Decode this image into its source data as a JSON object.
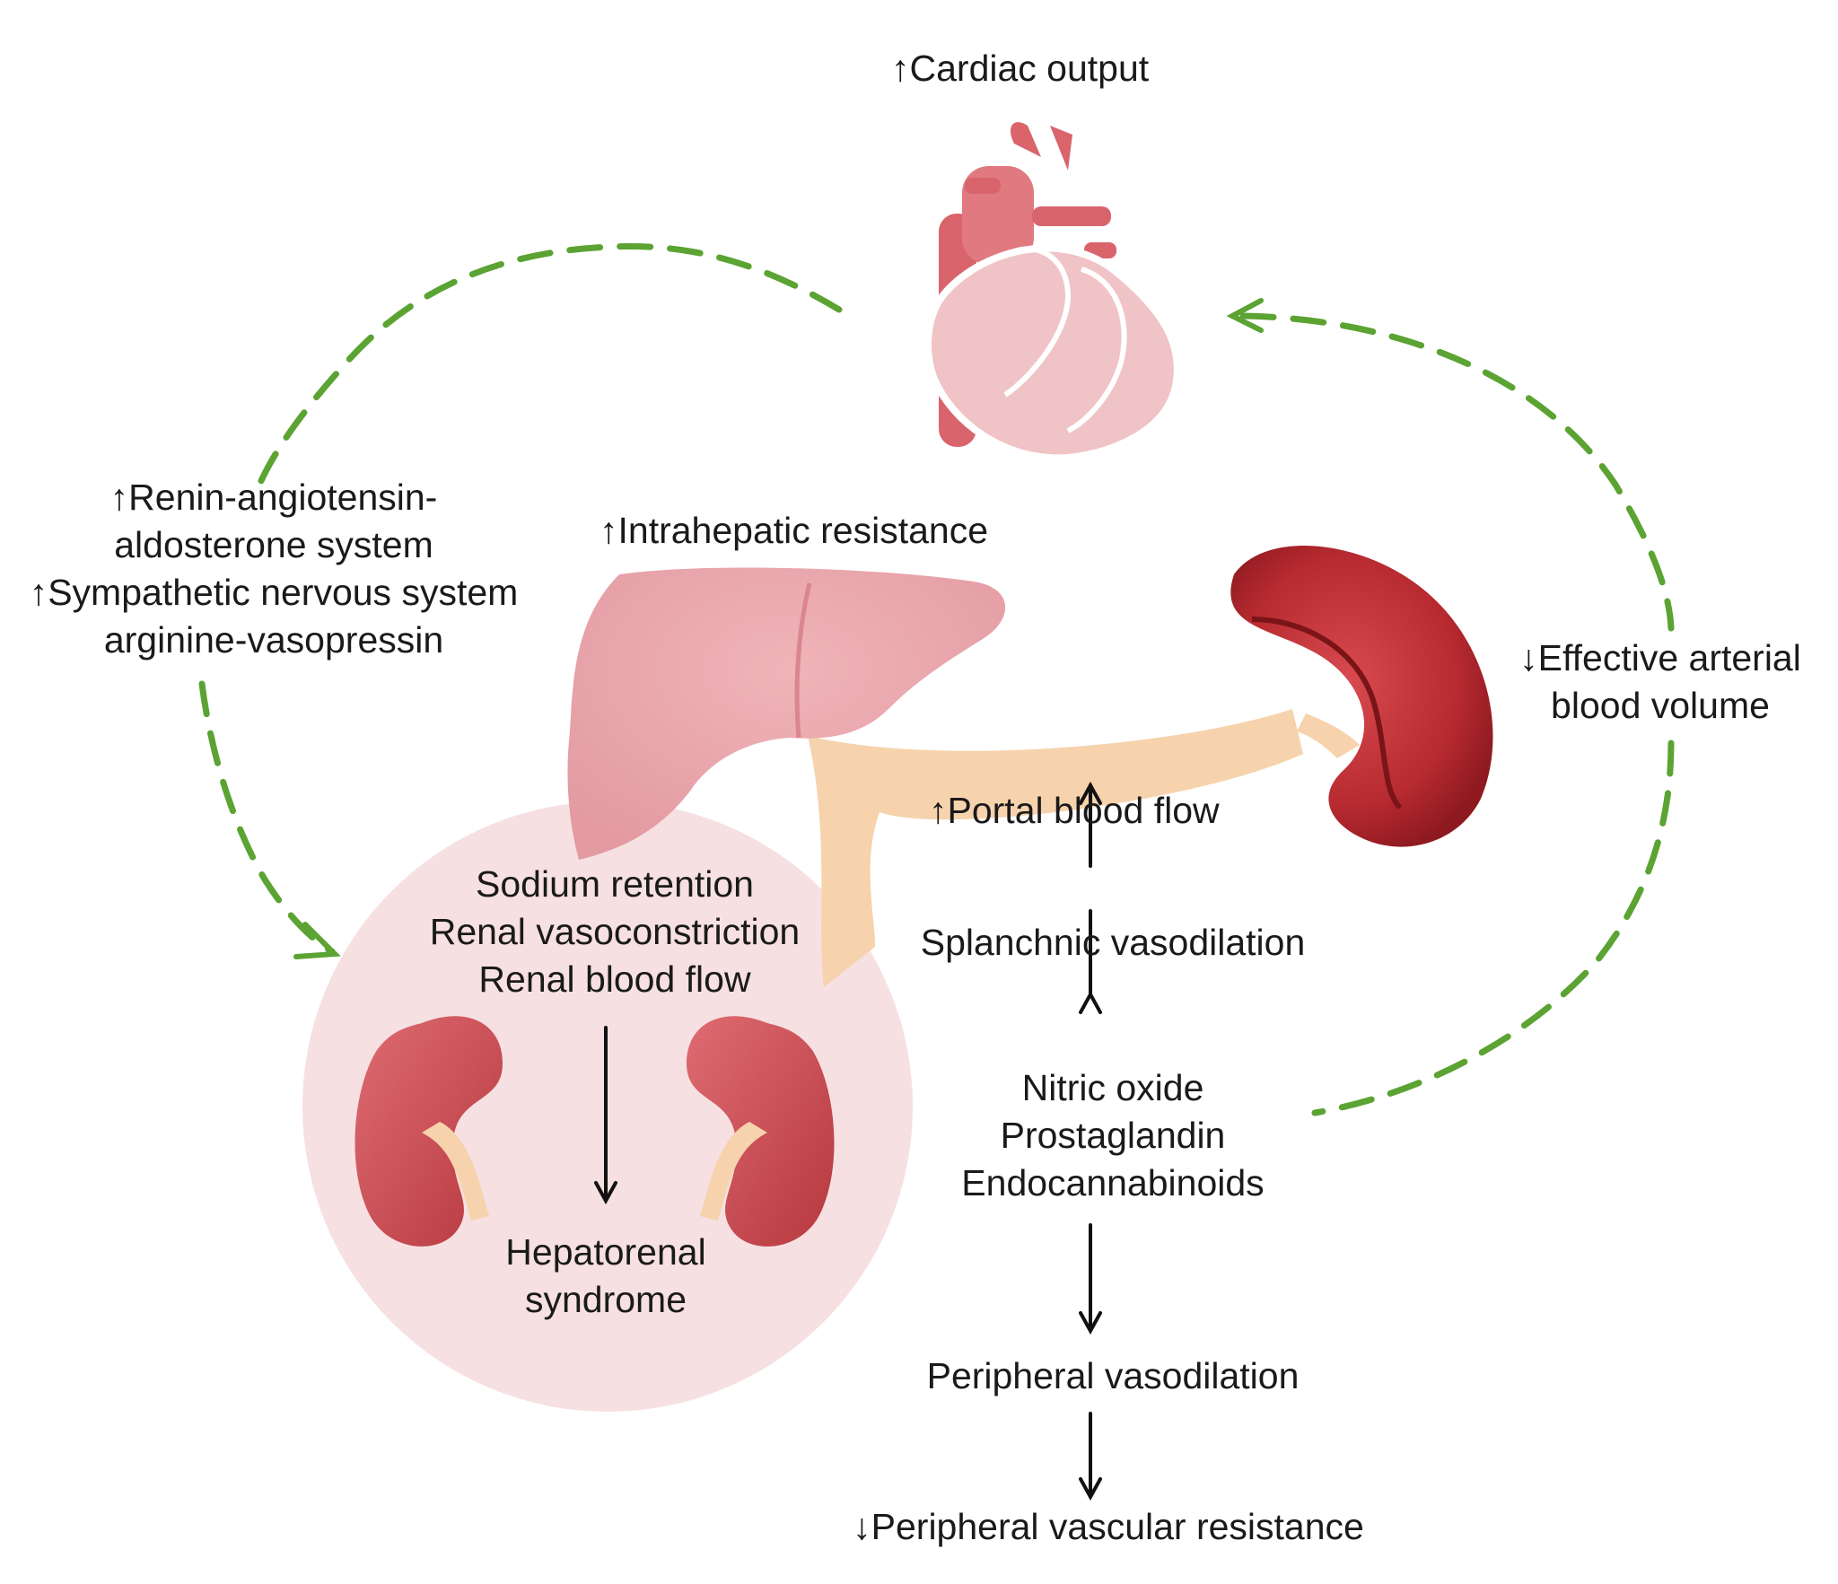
{
  "colors": {
    "loop_arrow": "#5ba332",
    "flow_arrow": "#111111",
    "kidney_zone": "#f6e0e2",
    "liver": "#e9a1a8",
    "heart": "#d9646c",
    "spleen": "#b8262c",
    "portal_vessel": "#f6d3ad"
  },
  "icons": [
    "heart-icon",
    "liver-icon",
    "spleen-icon",
    "kidney-icon"
  ],
  "labels": {
    "cardiac_output": "↑Cardiac output",
    "intrahepatic_resistance": "↑Intrahepatic resistance",
    "neurohormonal": {
      "line1": "↑Renin-angiotensin-",
      "line2": "aldosterone system",
      "line3": "↑Sympathetic nervous system",
      "line4": "arginine-vasopressin"
    },
    "effective_arterial": {
      "line1": "↓Effective arterial",
      "line2": "blood volume"
    },
    "portal_blood_flow": "↑Portal blood flow",
    "splanchnic_vasodilation": "Splanchnic vasodilation",
    "vasodilators": {
      "line1": "Nitric oxide",
      "line2": "Prostaglandin",
      "line3": "Endocannabinoids"
    },
    "peripheral_vasodilation": "Peripheral vasodilation",
    "peripheral_resistance": "↓Peripheral vascular resistance",
    "renal_effects": {
      "line1": "Sodium retention",
      "line2": "Renal vasoconstriction",
      "line3": "Renal blood flow"
    },
    "hepatorenal": {
      "line1": "Hepatorenal",
      "line2": "syndrome"
    }
  }
}
